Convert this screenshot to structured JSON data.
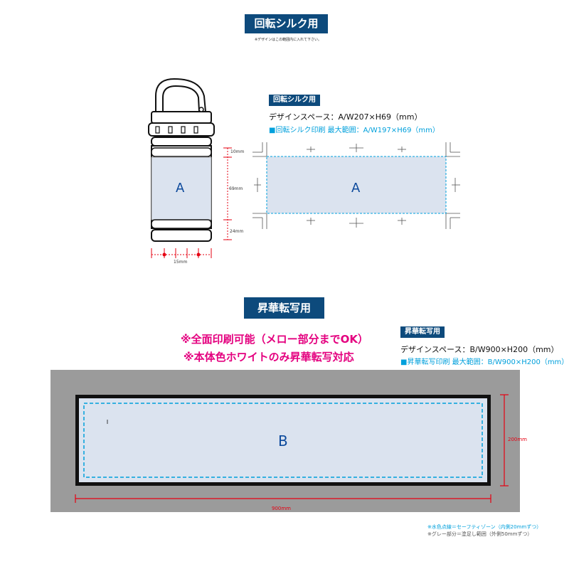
{
  "silk": {
    "header": "回転シルク用",
    "note": "※デザインはこの範囲内に入れて下さい。",
    "badge": "回転シルク用",
    "design_space": "デザインスペース：A/W207×H69（mm）",
    "max_range": "■回転シルク印刷 最大範囲：A/W197×H69（mm）",
    "area_label": "A",
    "dims": {
      "top": "10mm",
      "middle": "69mm",
      "bottom": "24mm",
      "width": "15mm"
    }
  },
  "sublimation": {
    "header": "昇華転写用",
    "notice_line1": "※全面印刷可能（メロー部分までOK）",
    "notice_line2": "※本体色ホワイトのみ昇華転写対応",
    "badge": "昇華転写用",
    "design_space": "デザインスペース：B/W900×H200（mm）",
    "max_range": "■昇華転写印刷 最大範囲：B/W900×H200（mm）",
    "area_label": "B",
    "height_label": "200mm",
    "width_label": "900mm"
  },
  "legend": {
    "line1": "※水色点線＝セーフティゾーン（内側20mmずつ）",
    "line2": "※グレー部分＝塗足し範囲（外側50mmずつ）"
  },
  "colors": {
    "header_bg": "#0d4a7c",
    "area_fill": "#dbe3ef",
    "safety_line": "#00a0dc",
    "dimension_red": "#e60012",
    "bleed_gray": "#9b9b9b",
    "notice_magenta": "#e4007f"
  }
}
